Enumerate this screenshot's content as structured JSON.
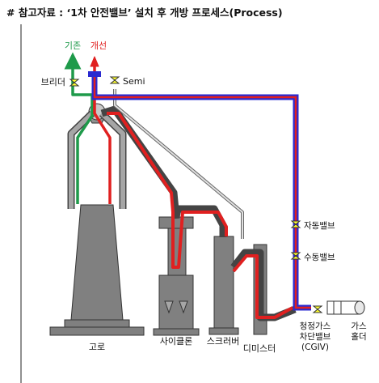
{
  "title": "# 참고자료 : ‘1차 안전밸브’ 설치 후 개방 프로세스(Process)",
  "labels": {
    "existing": "기존",
    "improved": "개선",
    "bleeder": "브리더",
    "semi": "Semi",
    "auto_valve": "자동밸브",
    "manual_valve": "수동밸브",
    "clean_gas_line1": "청정가스",
    "clean_gas_line2": "차단밸브",
    "clean_gas_line3": "(CGIV)",
    "gas_holder_line1": "가스",
    "gas_holder_line2": "홀더",
    "blast_furnace": "고로",
    "cyclone": "사이클론",
    "scrubber": "스크러버",
    "demister": "디미스터"
  },
  "colors": {
    "existing_path": "#1e9a4a",
    "improved_path": "#e02020",
    "gas_line": "#2a2ad0",
    "valve": "#ffff33",
    "equipment": "#808080",
    "pipe": "#a6a6a6"
  }
}
